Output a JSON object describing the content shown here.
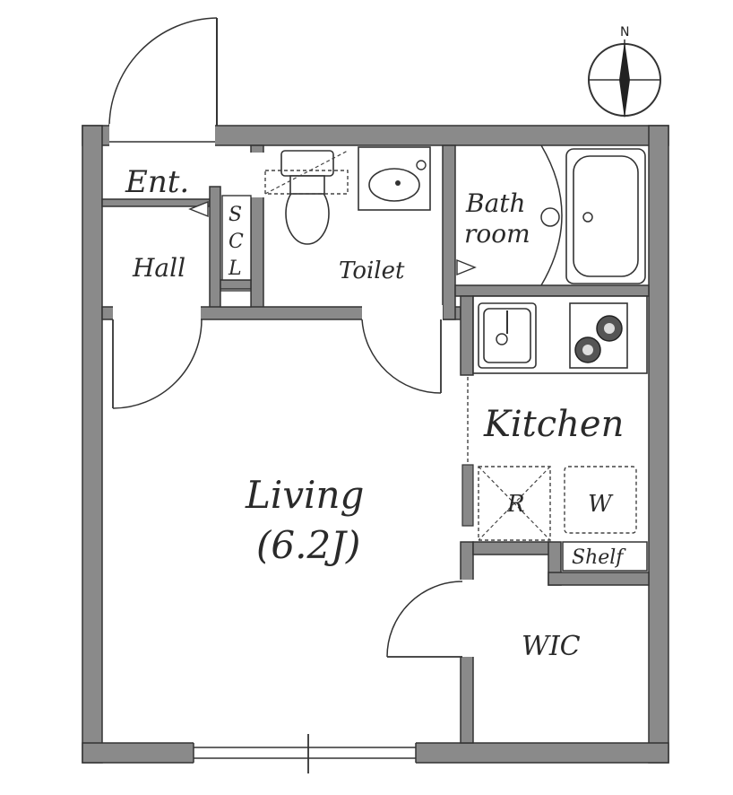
{
  "rooms": {
    "entrance": "Ent.",
    "hall": "Hall",
    "scl": [
      "S",
      "C",
      "L"
    ],
    "toilet": "Toilet",
    "bath": [
      "Bath",
      "room"
    ],
    "kitchen": "Kitchen",
    "living": "Living",
    "living_size": "(6.2J)",
    "fridge": "R",
    "washer": "W",
    "shelf": "Shelf",
    "wic": "WIC"
  },
  "compass": {
    "north": "N"
  },
  "colors": {
    "wall": "#8a8a8a",
    "line": "#333333",
    "background": "#ffffff"
  }
}
